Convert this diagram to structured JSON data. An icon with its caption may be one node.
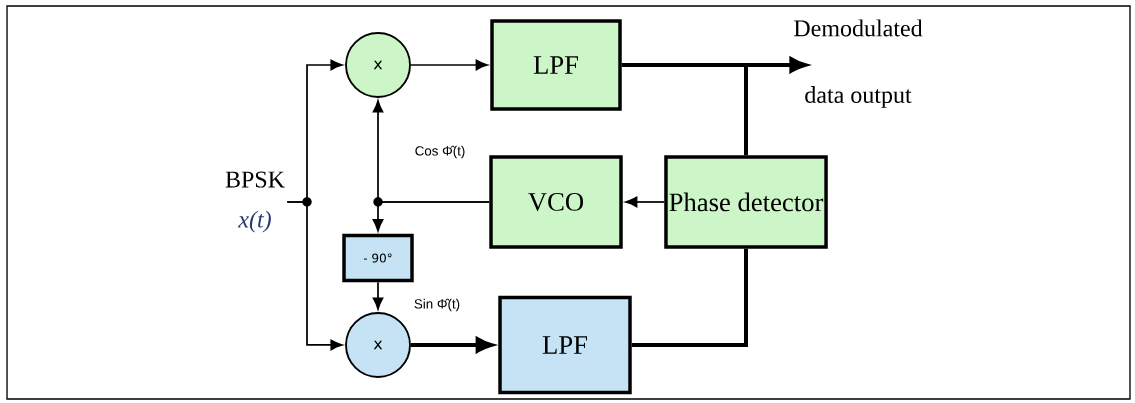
{
  "diagram": {
    "nodes": [
      {
        "text": [
          "x"
        ]
      },
      {
        "text": [
          "LPF"
        ]
      },
      {
        "text": [
          "VCO"
        ]
      },
      {
        "text": [
          "Phase detector"
        ]
      },
      {
        "text": [
          "- 90°"
        ]
      },
      {
        "text": [
          "x"
        ]
      },
      {
        "text": [
          "LPF"
        ]
      },
      {
        "text": [
          "BPSK",
          "x(t)"
        ]
      }
    ],
    "edges": [
      {
        "from": 7,
        "to": 0,
        "arrow": "to"
      },
      {
        "from": 7,
        "to": 5,
        "arrow": "to"
      },
      {
        "from": 0,
        "to": 1,
        "arrow": "to"
      },
      {
        "from": 1,
        "to": null,
        "arrow": "to",
        "style": "thick"
      },
      {
        "from": 1,
        "to": 3,
        "arrow": "none",
        "style": "thick"
      },
      {
        "from": 6,
        "to": 3,
        "arrow": "none",
        "style": "thick"
      },
      {
        "from": 3,
        "to": 2,
        "arrow": "to"
      },
      {
        "from": 2,
        "to": 0,
        "arrow": "to",
        "label": "Cos Φ̂(t)"
      },
      {
        "from": 2,
        "to": 4,
        "arrow": "to"
      },
      {
        "from": 4,
        "to": 5,
        "arrow": "to",
        "label": "Sin Φ̂(t)"
      },
      {
        "from": 5,
        "to": 6,
        "arrow": "to",
        "style": "thick"
      }
    ],
    "labels": [
      "Demodulated",
      "data output"
    ]
  }
}
